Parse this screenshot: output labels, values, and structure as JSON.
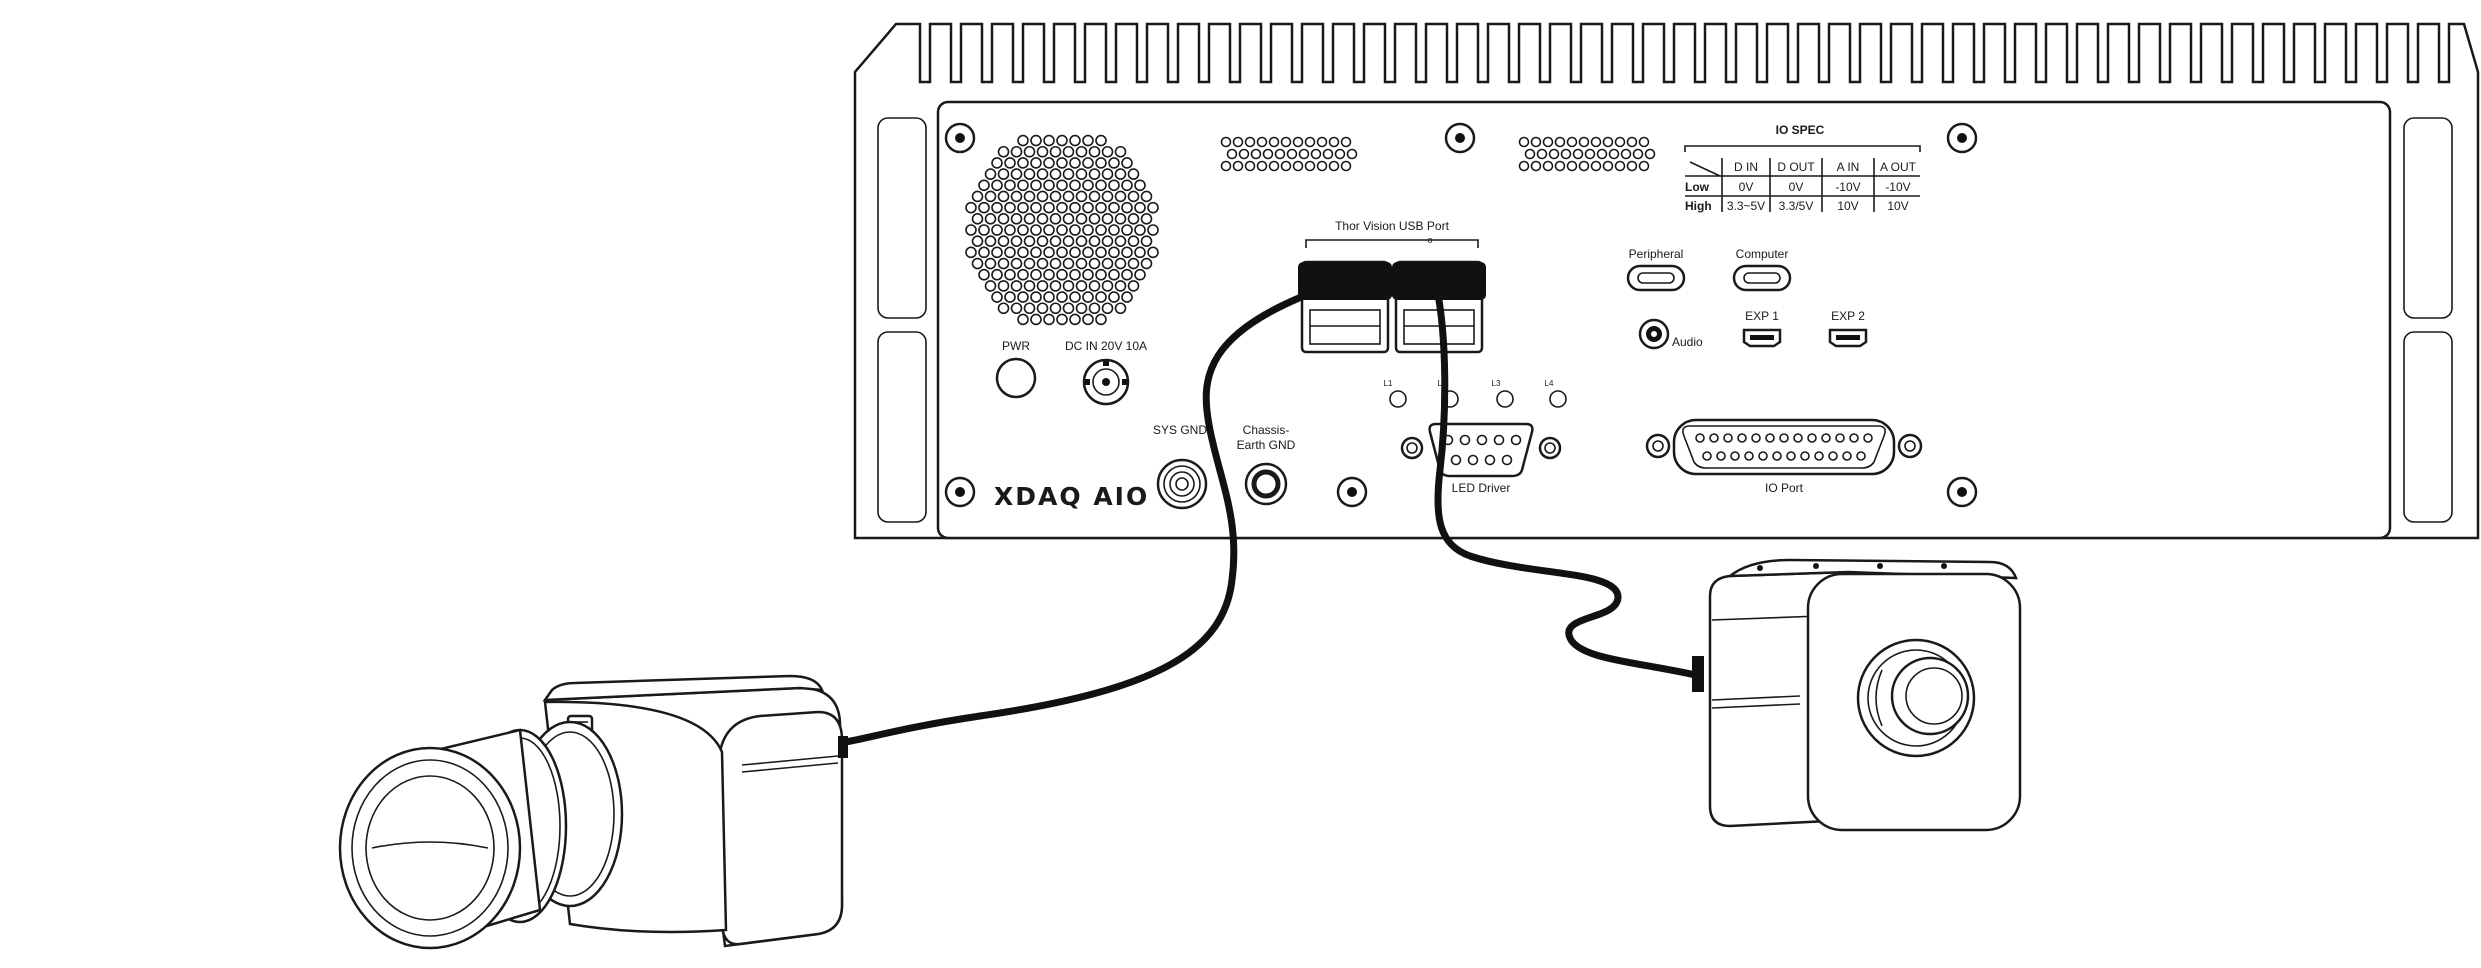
{
  "device": {
    "brand": "XDAQ AIO",
    "io_spec": {
      "title": "IO SPEC",
      "columns": [
        "D IN",
        "D OUT",
        "A IN",
        "A OUT"
      ],
      "rows": [
        {
          "label": "Low",
          "values": [
            "0V",
            "0V",
            "-10V",
            "-10V"
          ]
        },
        {
          "label": "High",
          "values": [
            "3.3~5V",
            "3.3/5V",
            "10V",
            "10V"
          ]
        }
      ]
    },
    "labels": {
      "pwr": "PWR",
      "dc_in": "DC IN 20V 10A",
      "sys_gnd": "SYS GND",
      "chassis_gnd_line1": "Chassis-",
      "chassis_gnd_line2": "Earth GND",
      "thor_usb": "Thor Vision USB Port",
      "peripheral": "Peripheral",
      "computer": "Computer",
      "audio": "Audio",
      "exp1": "EXP 1",
      "exp2": "EXP 2",
      "led_driver": "LED Driver",
      "io_port": "IO Port",
      "leds": [
        "L1",
        "L2",
        "L3",
        "L4"
      ]
    }
  }
}
